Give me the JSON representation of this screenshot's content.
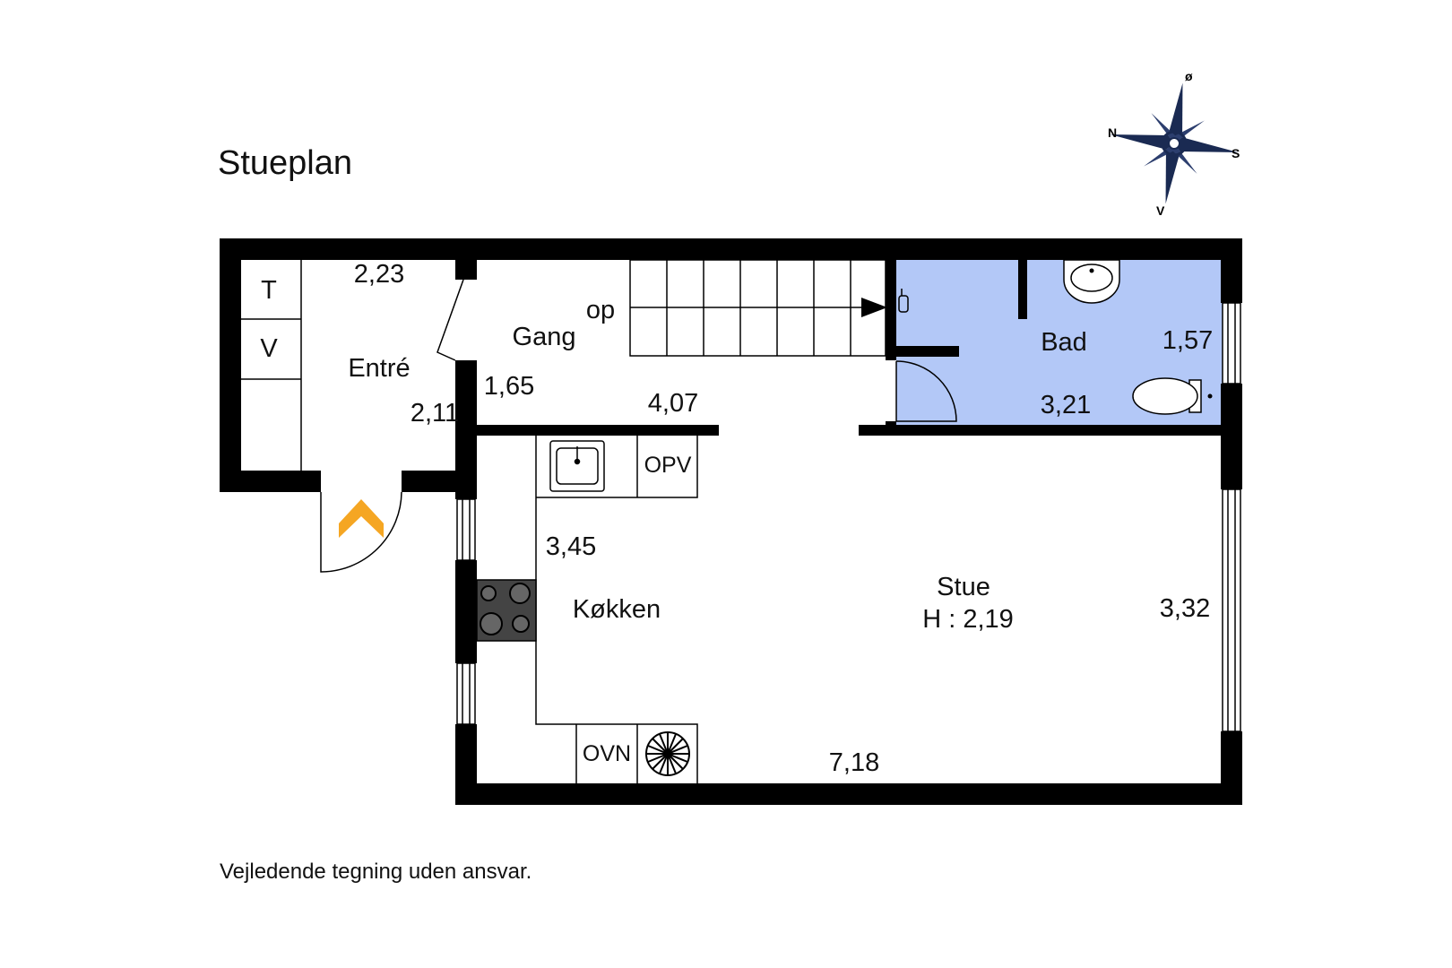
{
  "title": "Stueplan",
  "footer": "Vejledende tegning uden ansvar.",
  "compass": {
    "north": "N",
    "east": "ø",
    "south": "S",
    "west": "V"
  },
  "colors": {
    "wall": "#000000",
    "bathroom": "#b3c8f7",
    "entry_arrow": "#f5a623",
    "compass": "#1a2a52"
  },
  "rooms": {
    "entre": {
      "name": "Entré",
      "dim_width": "2,23",
      "dim_depth": "2,11"
    },
    "cabinet_top": "T",
    "cabinet_bottom": "V",
    "gang": {
      "name": "Gang",
      "stair_label": "op",
      "dim_depth": "1,65",
      "dim_width": "4,07"
    },
    "bad": {
      "name": "Bad",
      "dim_depth": "1,57",
      "dim_width": "3,21"
    },
    "kokken": {
      "name": "Køkken",
      "dim": "3,45",
      "dishwasher": "OPV",
      "oven": "OVN"
    },
    "stue": {
      "name": "Stue",
      "height": "H : 2,19",
      "dim_depth": "3,32",
      "dim_width": "7,18"
    }
  },
  "icons": [
    "compass-rose-icon",
    "entry-arrow-icon",
    "kitchen-sink-icon",
    "stove-icon",
    "fan-icon",
    "bathroom-sink-icon",
    "toilet-icon",
    "stair-arrow-icon",
    "door-swing-icon",
    "window-icon"
  ]
}
